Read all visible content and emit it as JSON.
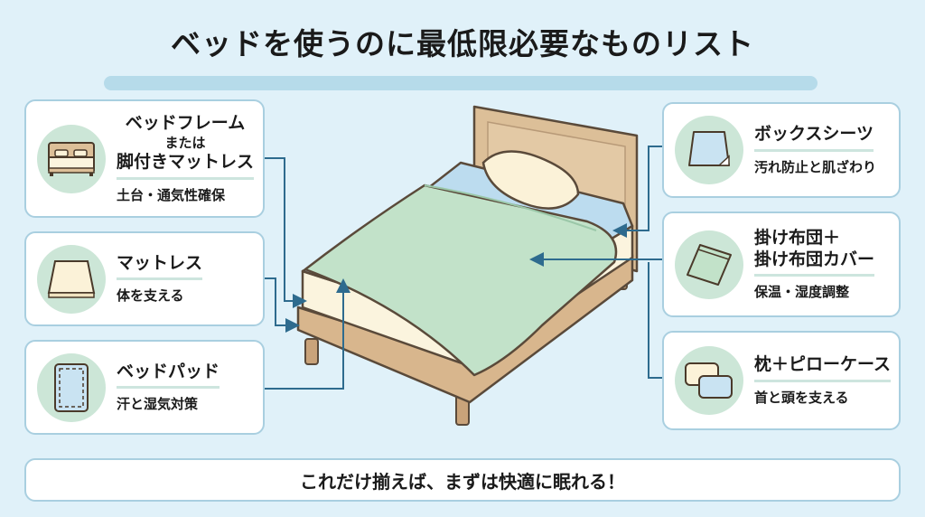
{
  "title": "ベッドを使うのに最低限必要なものリスト",
  "left_items": [
    {
      "name_line1": "ベッドフレーム",
      "or": "または",
      "name_line2": "脚付きマットレス",
      "desc": "土台・通気性確保",
      "icon": "bed-frame-icon"
    },
    {
      "name": "マットレス",
      "desc": "体を支える",
      "icon": "mattress-icon"
    },
    {
      "name": "ベッドパッド",
      "desc": "汗と湿気対策",
      "icon": "bed-pad-icon"
    }
  ],
  "right_items": [
    {
      "name": "ボックスシーツ",
      "desc": "汚れ防止と肌ざわり",
      "icon": "box-sheet-icon"
    },
    {
      "name_line1": "掛け布団＋",
      "name_line2": "掛け布団カバー",
      "desc": "保温・湿度調整",
      "icon": "comforter-icon"
    },
    {
      "name": "枕＋ピローケース",
      "desc": "首と頭を支える",
      "icon": "pillow-icon"
    }
  ],
  "footer": "これだけ揃えば、まずは快適に眠れる！",
  "colors": {
    "background": "#e0f1f9",
    "arrow": "#2e6b8e",
    "circle": "#cce6d7",
    "card_border": "#a9cfe0"
  }
}
